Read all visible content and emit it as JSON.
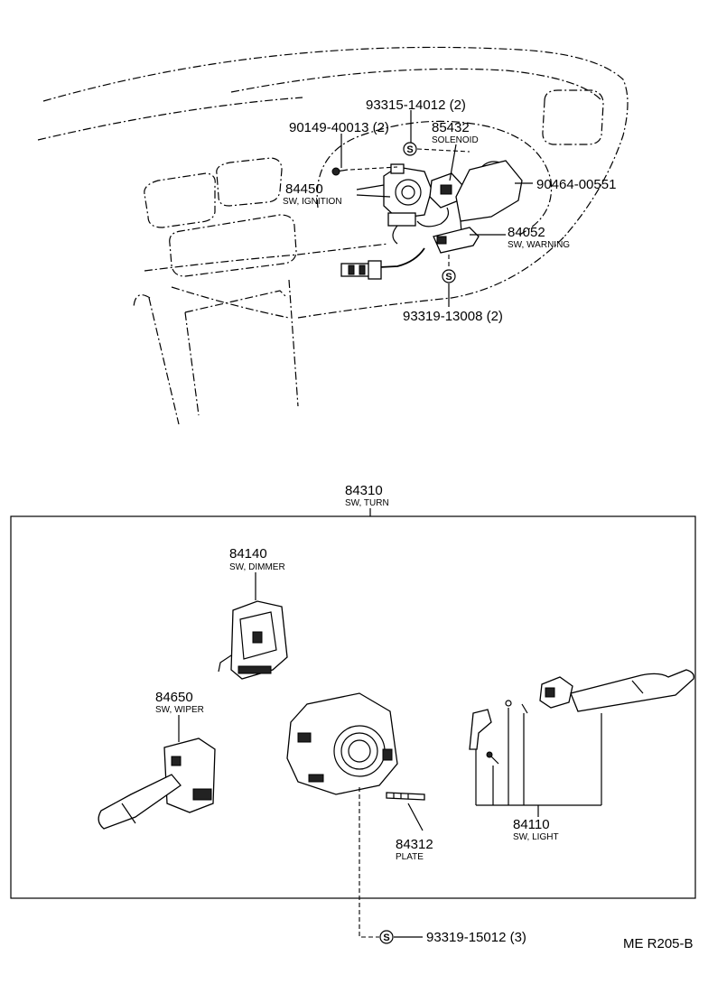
{
  "parts": {
    "p93315": {
      "number": "93315-14012 (2)"
    },
    "p90149": {
      "number": "90149-40013 (2)"
    },
    "p85432": {
      "number": "85432",
      "name": "SOLENOID"
    },
    "p84450": {
      "number": "84450",
      "name": "SW, IGNITION"
    },
    "p90464": {
      "number": "90464-00551"
    },
    "p84052": {
      "number": "84052",
      "name": "SW, WARNING"
    },
    "p93319a": {
      "number": "93319-13008 (2)"
    },
    "p84310": {
      "number": "84310",
      "name": "SW, TURN"
    },
    "p84140": {
      "number": "84140",
      "name": "SW, DIMMER"
    },
    "p84650": {
      "number": "84650",
      "name": "SW, WIPER"
    },
    "p84312": {
      "number": "84312",
      "name": "PLATE"
    },
    "p84110": {
      "number": "84110",
      "name": "SW, LIGHT"
    },
    "p93319b": {
      "number": "93319-15012 (3)"
    }
  },
  "symbols": {
    "s_mark": "S"
  },
  "icons": [
    "dashboard-outline",
    "ignition-switch-icon",
    "solenoid-icon",
    "turn-switch-body-icon",
    "wiper-switch-icon",
    "light-switch-icon",
    "dimmer-switch-icon",
    "plate-icon",
    "screw-icon"
  ],
  "footer": {
    "code": "ME R205-B"
  }
}
